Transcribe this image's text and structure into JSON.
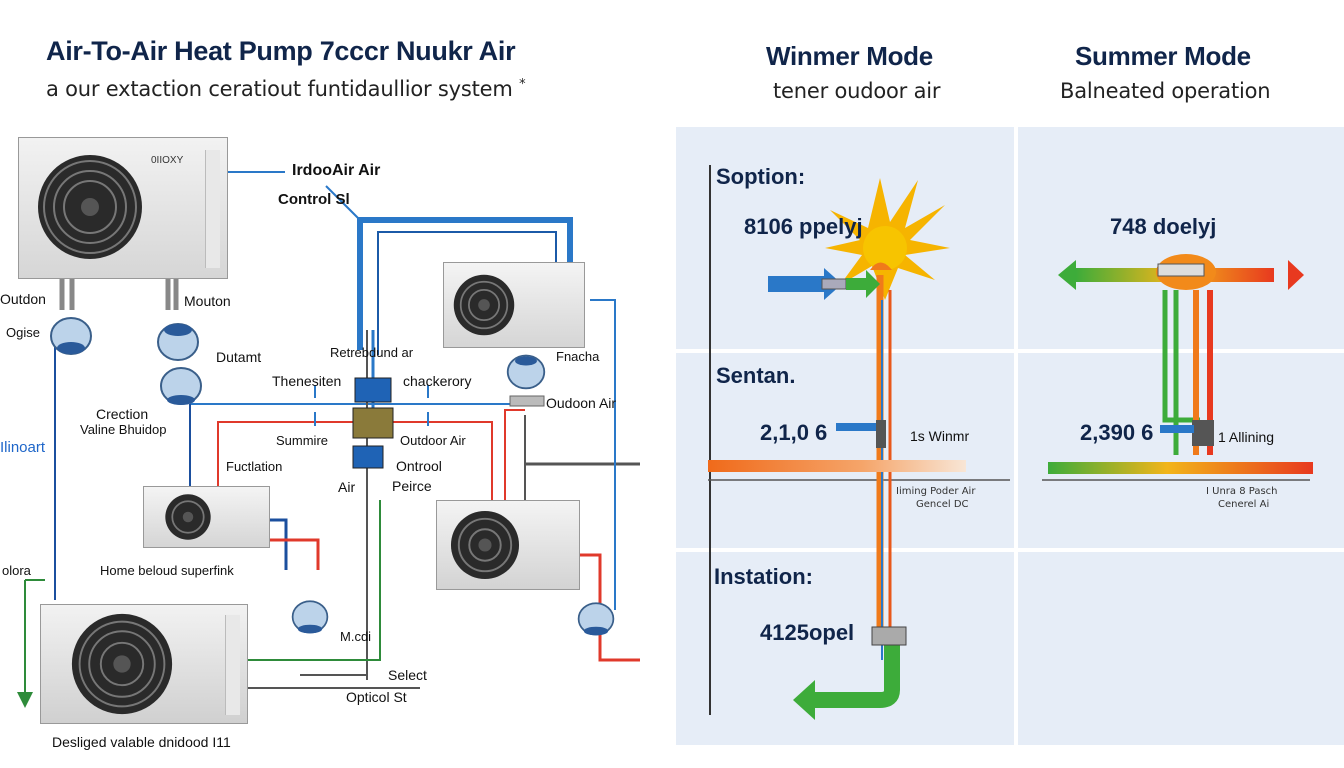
{
  "left": {
    "title": "Air-To-Air Heat Pump 7cccr Nuukr Air",
    "subtitle": "a our extaction ceratiout funtidaullior system",
    "subtitle_mark": "*",
    "unit_top_brand": "0IIOXY",
    "labels": {
      "indoor_air": "IrdooAir Air",
      "control": "Control Sl",
      "outdoon": "Outdon",
      "ogise": "Ogise",
      "mouton": "Mouton",
      "dutamt": "Dutamt",
      "refrig": "Retrebdund ar",
      "thenesiten": "Thenesiten",
      "chackerory": "chackerory",
      "fnacha": "Fnacha",
      "oudoon_air": "Oudoon Air",
      "crection": "Crection",
      "valine": "Valine Bhuidop",
      "ilinoart": "Ilinoart",
      "summire": "Summire",
      "outdoor_air": "Outdoor Air",
      "fuctlation": "Fuctlation",
      "ontrool": "Ontrool",
      "air": "Air",
      "peirce": "Peirce",
      "olora": "olora",
      "home": "Home beloud superfink",
      "mcdi": "M.cdi",
      "select": "Select",
      "opticol": "Opticol St",
      "designed": "Desliged valable dnidood I11"
    }
  },
  "right": {
    "winter_title": "Winmer Mode",
    "winter_sub": "tener oudoor air",
    "summer_title": "Summer Mode",
    "summer_sub": "Balneated operation",
    "row_labels": [
      "Soption:",
      "Sentan.",
      "Instation:"
    ],
    "winter_values": [
      "8106 ppelyj",
      "2,1,0 6",
      "4125opel"
    ],
    "summer_values": [
      "748 doelyj",
      "2,390 6"
    ],
    "winter_tag": "1s Winmr",
    "summer_tag": "1 Allining",
    "winter_note": [
      "Iiming Poder Air",
      "Gencel DC"
    ],
    "summer_note": [
      "I Unra 8 Pasch",
      "Cenerel Ai"
    ]
  },
  "colors": {
    "panel_bg": "#e6edf7",
    "pipe_blue": "#2a78c8",
    "pipe_red": "#e0392b",
    "pipe_green": "#2e8b3a",
    "orange": "#f07a1a",
    "sun": "#f6b400"
  },
  "icons": [
    "fan-icon",
    "valve-icon",
    "sun-icon",
    "arrow-icon"
  ]
}
